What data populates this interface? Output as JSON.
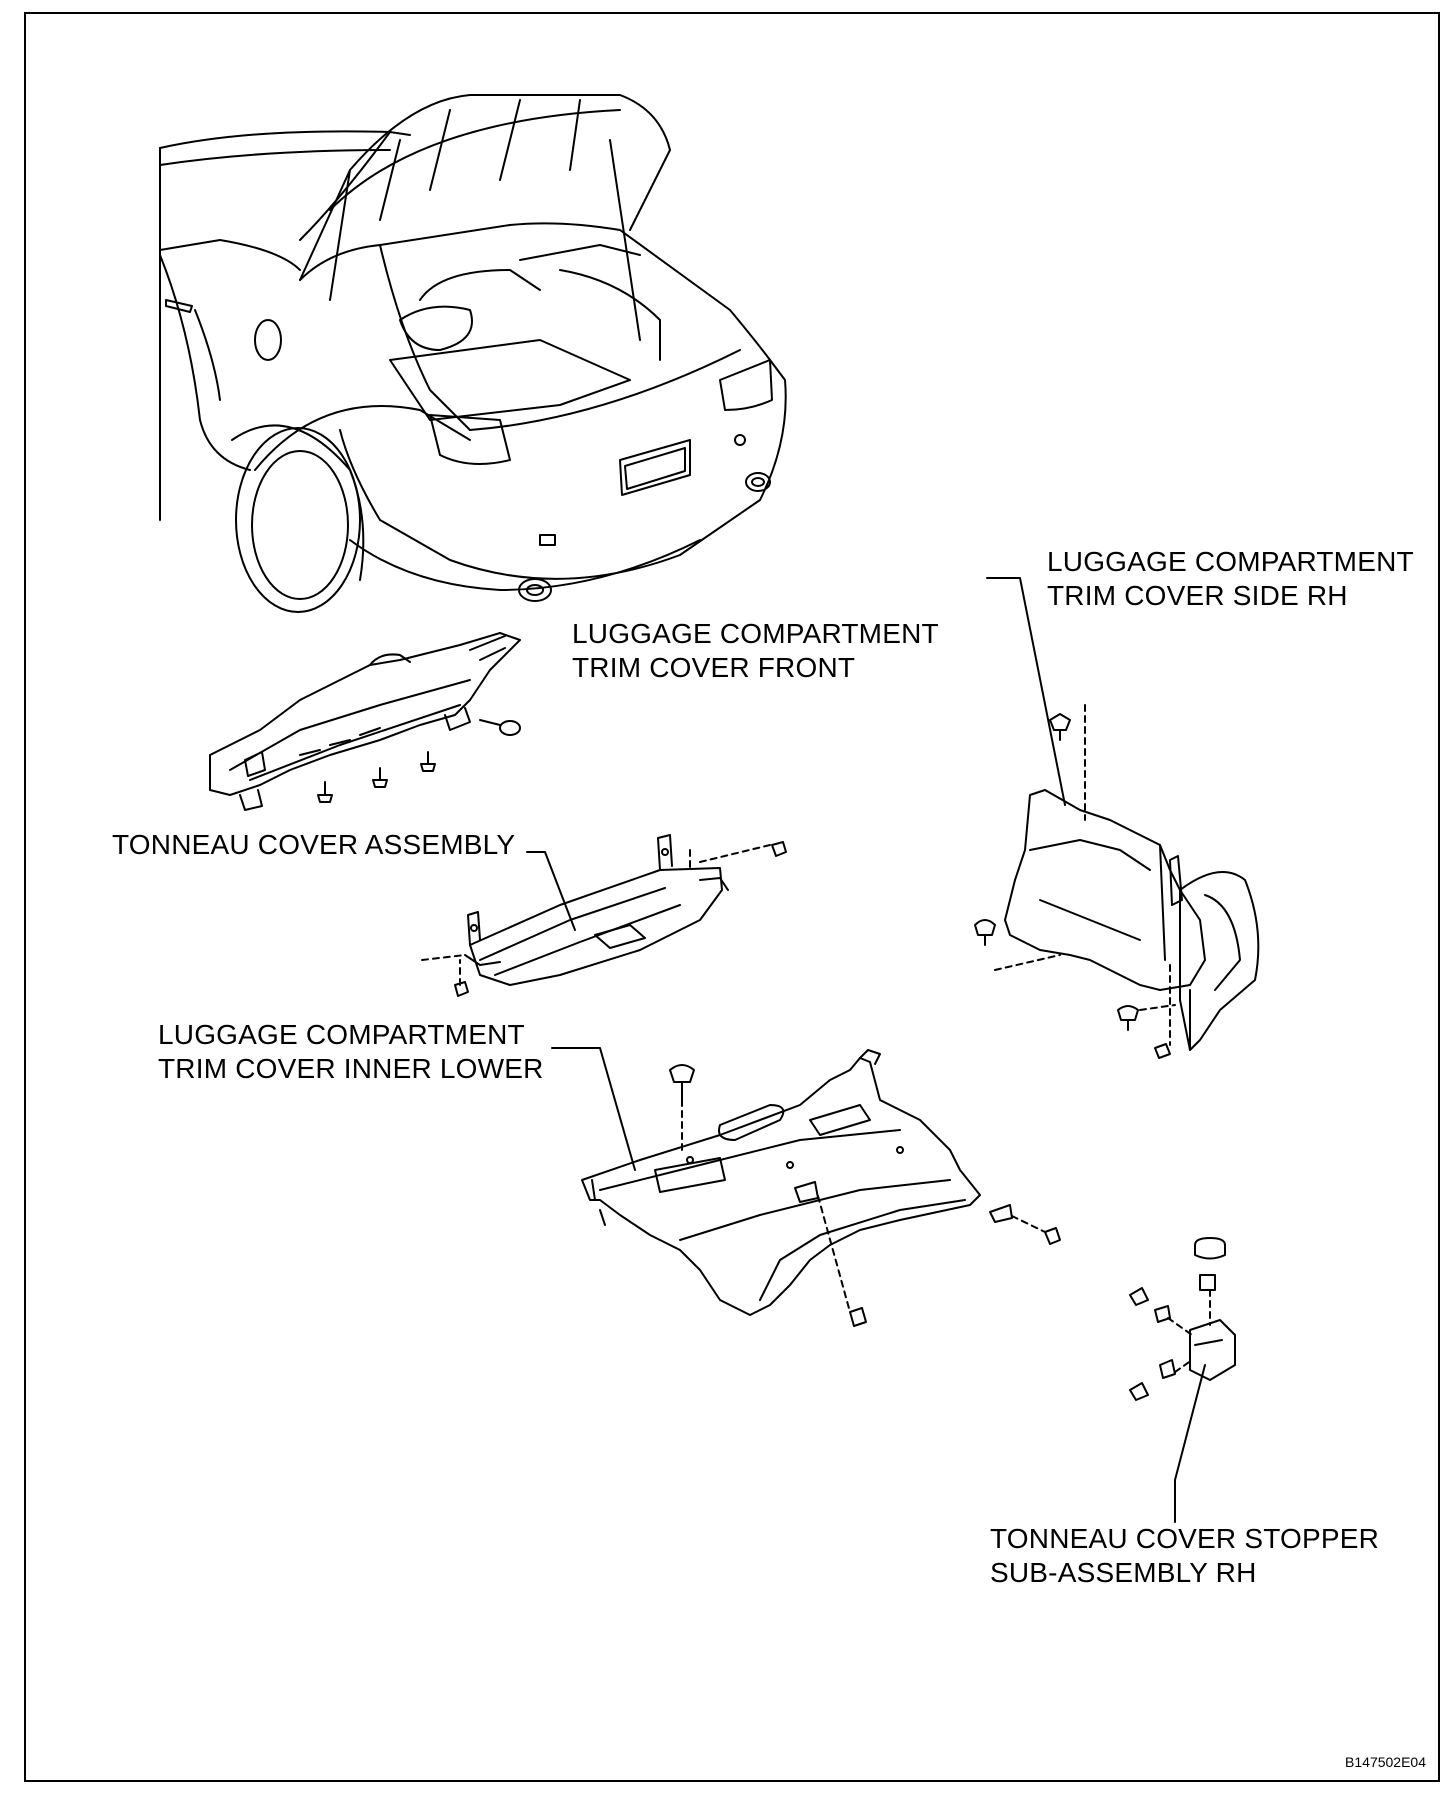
{
  "labels": {
    "trim_front": [
      "LUGGAGE COMPARTMENT",
      "TRIM COVER FRONT"
    ],
    "side_rh": [
      "LUGGAGE COMPARTMENT",
      "TRIM COVER SIDE RH"
    ],
    "tonneau": "TONNEAU COVER ASSEMBLY",
    "inner_lower": [
      "LUGGAGE COMPARTMENT",
      "TRIM COVER INNER LOWER"
    ],
    "stopper": [
      "TONNEAU COVER STOPPER",
      "SUB-ASSEMBLY RH"
    ]
  },
  "figure_code": "B147502E04"
}
